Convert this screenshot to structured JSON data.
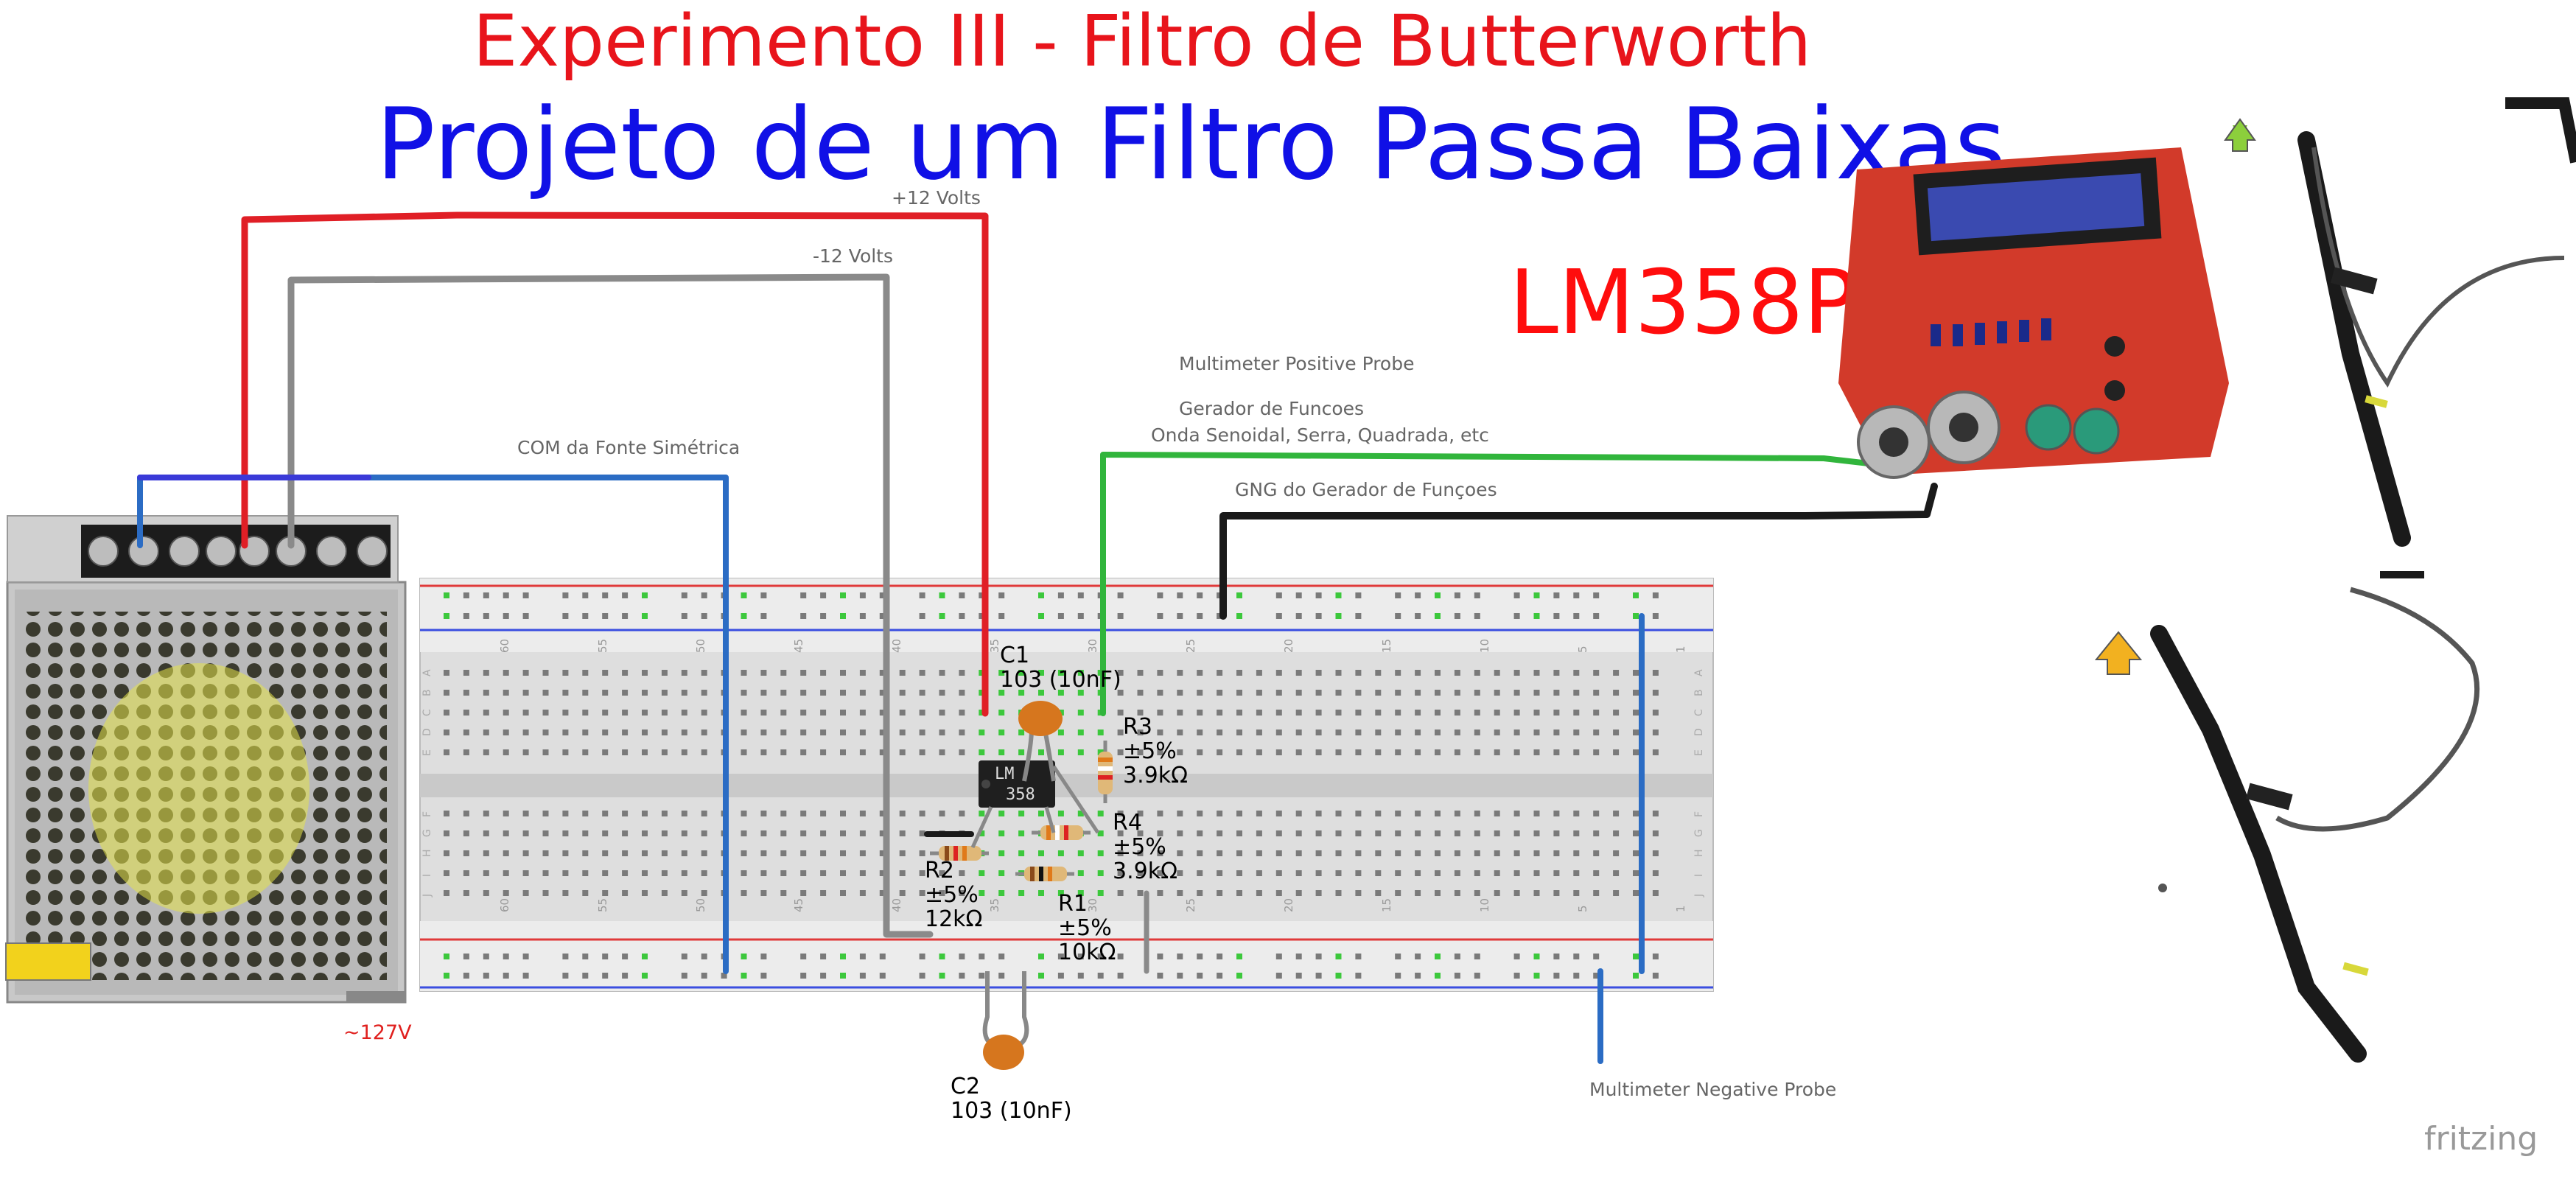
{
  "titles": {
    "main": "Experimento III - Filtro de Butterworth",
    "subtitle": "Projeto de um Filtro Passa Baixas",
    "chip": "LM358P"
  },
  "wire_labels": {
    "plus12": "+12 Volts",
    "minus12": "-12 Volts",
    "com": "COM da Fonte Simétrica",
    "multimeter_pos": "Multimeter Positive Probe",
    "gerador": "Gerador de Funcoes",
    "ondas": "Onda Senoidal, Serra, Quadrada, etc",
    "gng": "GNG do Gerador de Funçoes",
    "multimeter_neg": "Multimeter Negative Probe",
    "mains": "~127V"
  },
  "parts": {
    "c1": "C1\n103 (10nF)",
    "c2": "C2\n103 (10nF)",
    "r1": "R1\n±5%\n10kΩ",
    "r2": "R2\n±5%\n12kΩ",
    "r3": "R3\n±5%\n3.9kΩ",
    "r4": "R4\n±5%\n3.9kΩ",
    "ic_label": "LM\n358"
  },
  "breadboard": {
    "column_numbers": [
      "60",
      "55",
      "50",
      "45",
      "40",
      "35",
      "30",
      "25",
      "20",
      "15",
      "10",
      "5",
      "1"
    ],
    "row_letters_top": [
      "A",
      "B",
      "C",
      "D",
      "E"
    ],
    "row_letters_bottom": [
      "F",
      "G",
      "H",
      "I",
      "J"
    ]
  },
  "colors": {
    "title_red": "#e8141b",
    "title_blue": "#1010e6",
    "wire_red": "#e01f26",
    "wire_gray": "#8a8a8a",
    "wire_blue": "#2b6cc4",
    "wire_green": "#31b53c",
    "wire_black": "#1a1a1a",
    "hole_green": "#3cc83c",
    "rail_red": "#e03a3a",
    "rail_blue": "#3a4ee0"
  },
  "watermark": "fritzing"
}
